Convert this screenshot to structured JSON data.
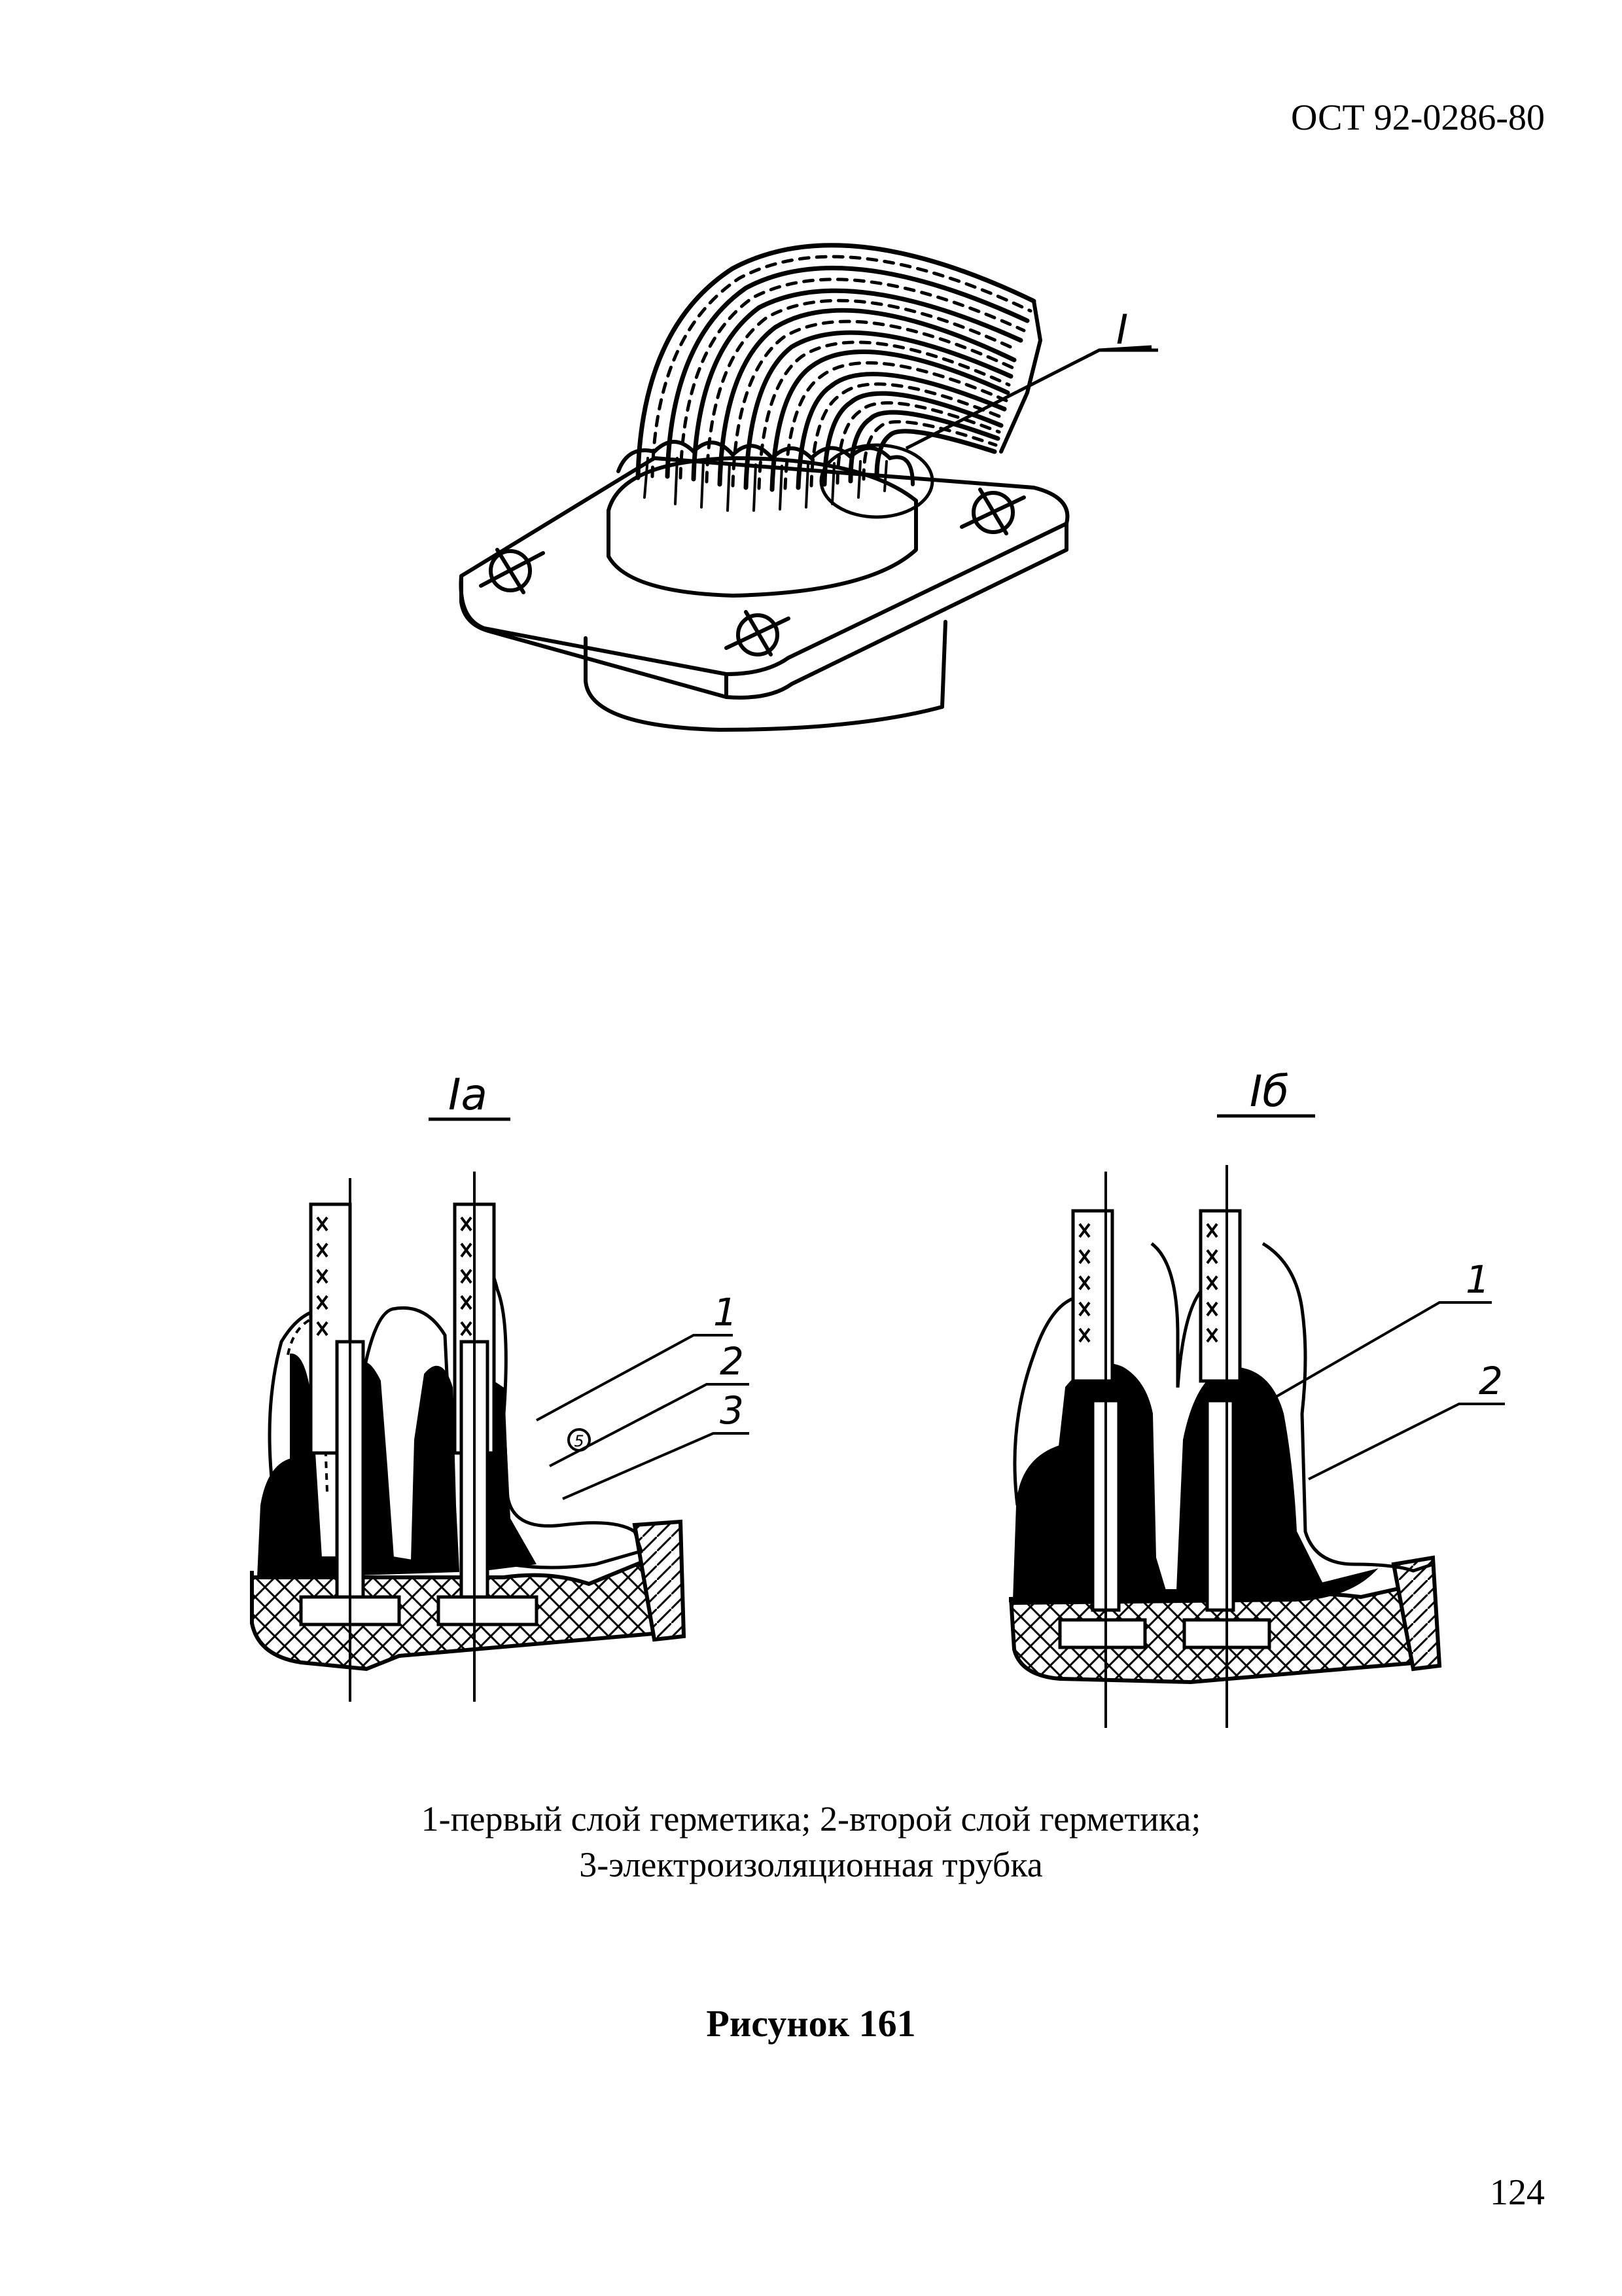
{
  "header": {
    "doc_code": "ОСТ 92-0286-80"
  },
  "figure": {
    "callout_main": "I",
    "view_a_title": "Iа",
    "view_b_title": "Iб",
    "view_a_labels": [
      "1",
      "2",
      "3"
    ],
    "view_a_circle_mark": "5",
    "view_b_labels": [
      "1",
      "2"
    ]
  },
  "caption": {
    "line1": "1-первый слой герметика; 2-второй слой герметика;",
    "line2": "3-электроизоляционная трубка"
  },
  "figure_title": "Рисунок 161",
  "footer": {
    "page_number": "124"
  }
}
